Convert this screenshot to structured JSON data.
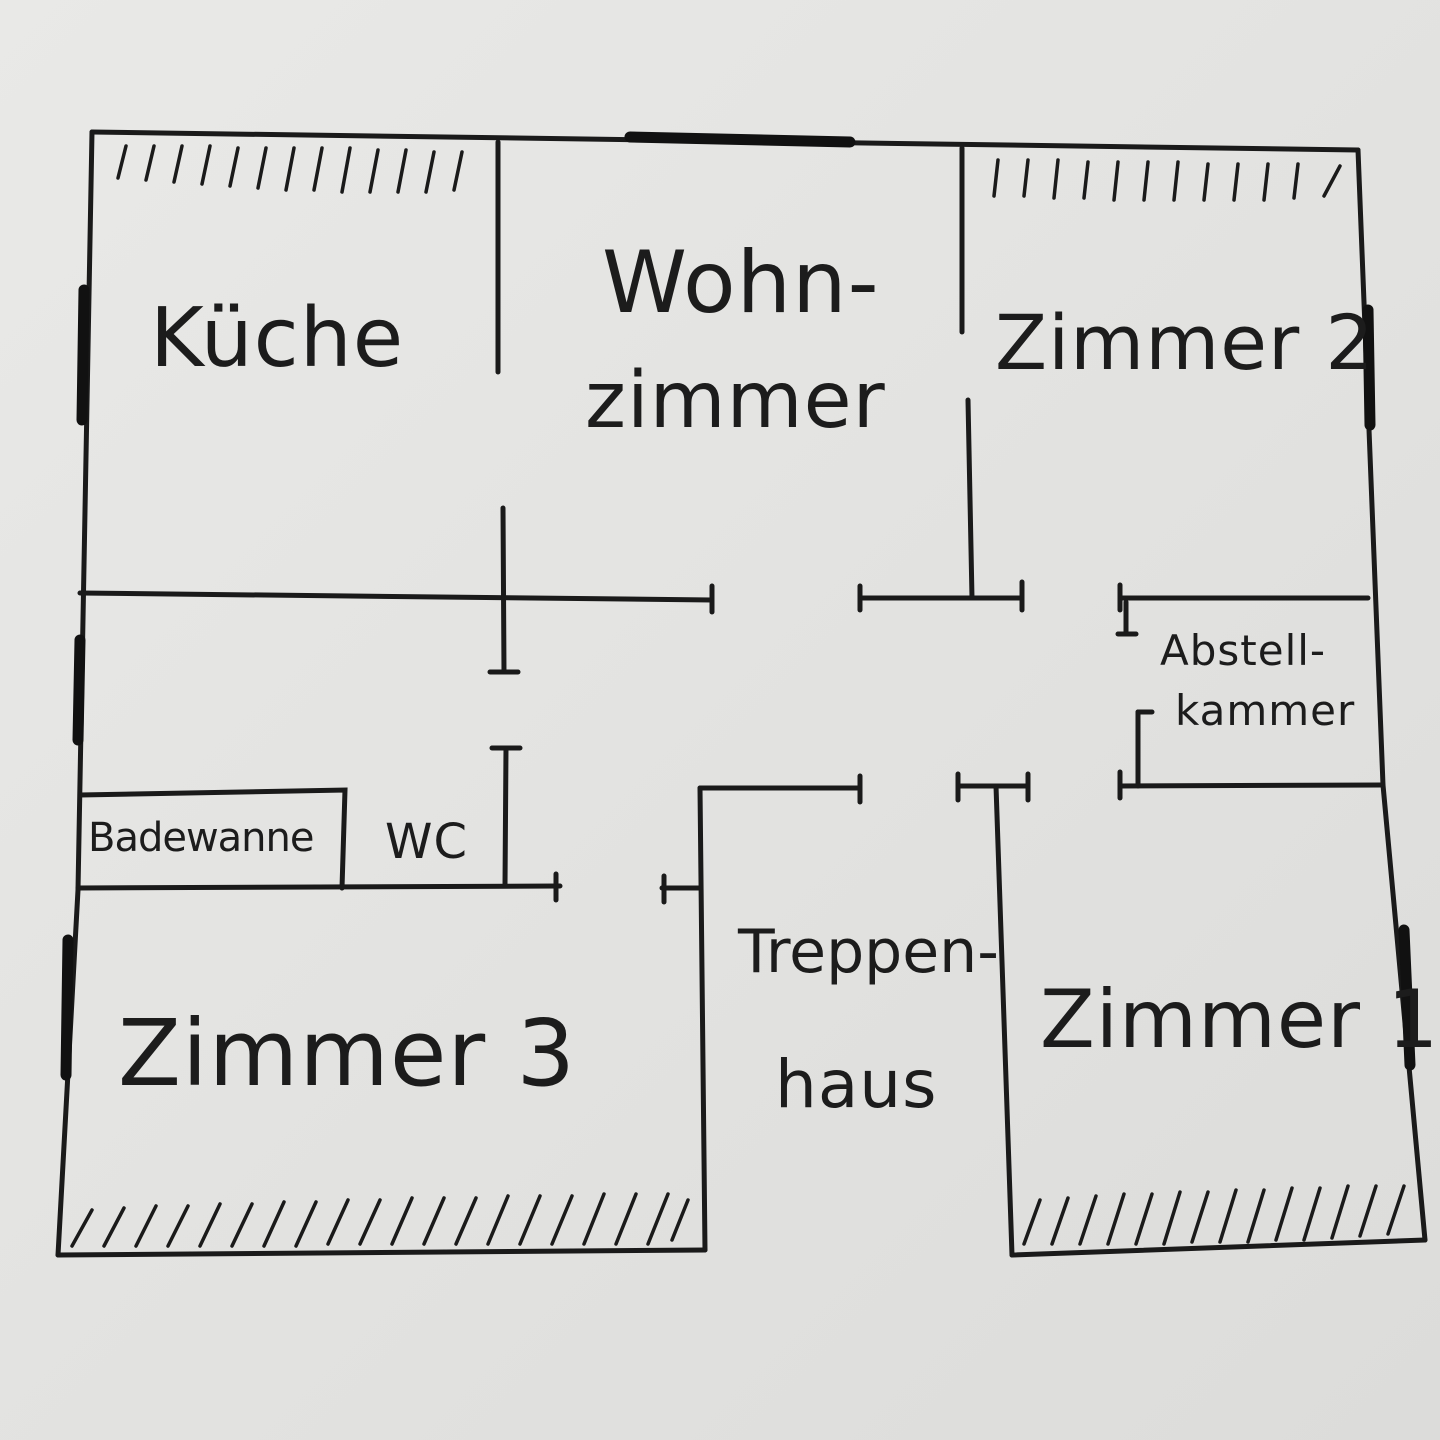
{
  "rooms": {
    "kueche": "Küche",
    "wohnzimmer_1": "Wohn-",
    "wohnzimmer_2": "zimmer",
    "zimmer2": "Zimmer 2",
    "abstell_1": "Abstell-",
    "abstell_2": "kammer",
    "badewanne": "Badewanne",
    "wc": "WC",
    "zimmer3": "Zimmer 3",
    "treppen_1": "Treppen-",
    "treppen_2": "haus",
    "zimmer1": "Zimmer 1"
  },
  "colors": {
    "ink": "#1a1a1a",
    "paper": "#e6e6e4",
    "background": "#3b3f3a"
  }
}
